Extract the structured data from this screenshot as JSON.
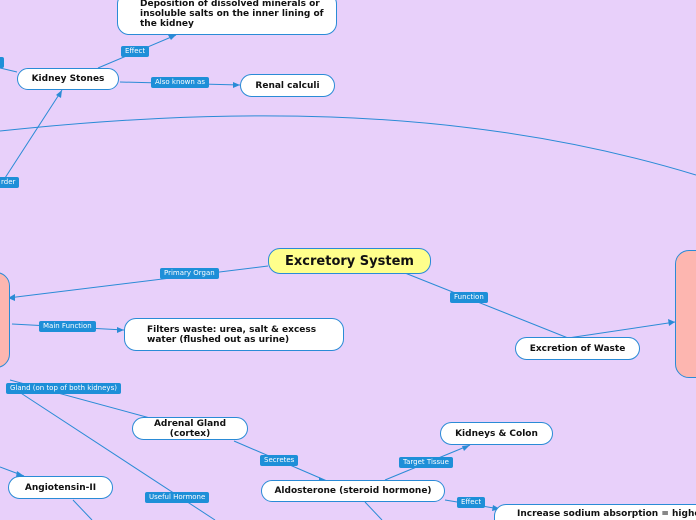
{
  "nodes": {
    "central": "Excretory System",
    "deposition": "Deposition of dissolved minerals or insoluble salts on the inner lining of the kidney",
    "kidney_stones": "Kidney Stones",
    "renal_calculi": "Renal calculi",
    "filters_waste": "Filters waste: urea, salt & excess water (flushed out as urine)",
    "excretion": "Excretion of Waste",
    "adrenal": "Adrenal Gland (cortex)",
    "kidneys_colon": "Kidneys & Colon",
    "angiotensin": "Angiotensin-II",
    "aldosterone": "Aldosterone (steroid hormone)",
    "sodium": "Increase sodium absorption = higher"
  },
  "labels": {
    "effect_top": "Effect",
    "also_known": "Also known as",
    "disorder": "rder",
    "primary_organ": "Primary Organ",
    "function": "Function",
    "main_function": "Main Function",
    "gland": "Gland (on top of both kidneys)",
    "secretes": "Secretes",
    "target_tissue": "Target Tissue",
    "useful_hormone": "Useful Hormone",
    "effect_bottom": "Effect"
  },
  "colors": {
    "background": "#e8d0fa",
    "link": "#2a8bd6",
    "label_bg": "#1e8fd8",
    "central_fill": "#ffff8c",
    "pink_fill": "#fdb6b0"
  }
}
